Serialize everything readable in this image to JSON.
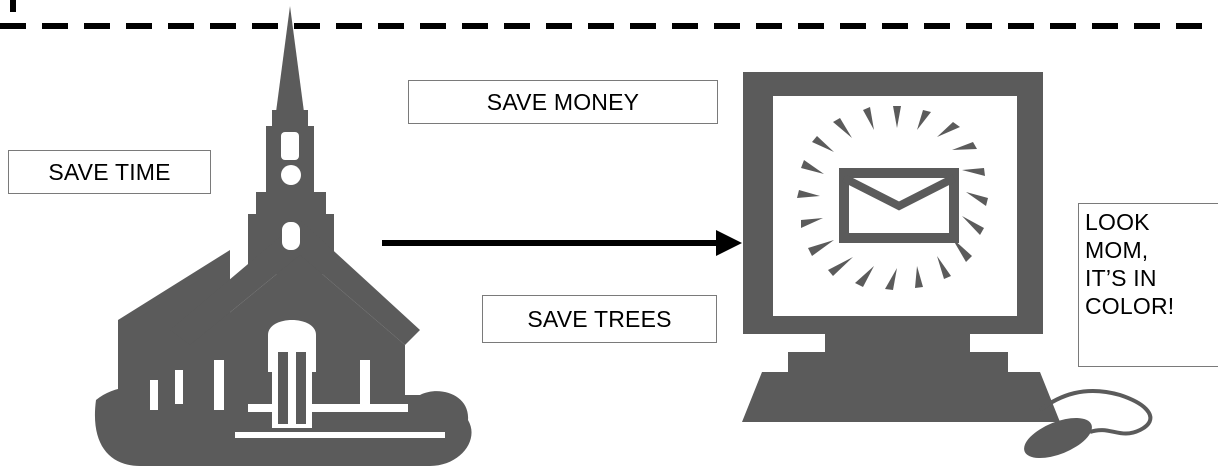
{
  "labels": {
    "save_money": "SAVE MONEY",
    "save_time": "SAVE TIME",
    "save_trees": "SAVE TREES",
    "color_note": [
      "LOOK",
      "MOM,",
      "IT’S IN",
      "COLOR!"
    ]
  },
  "colors": {
    "ink": "#5b5b5b",
    "line": "#000000"
  },
  "icons": [
    "church-icon",
    "computer-monitor-icon",
    "envelope-icon",
    "mouse-icon",
    "arrow-right-icon"
  ]
}
